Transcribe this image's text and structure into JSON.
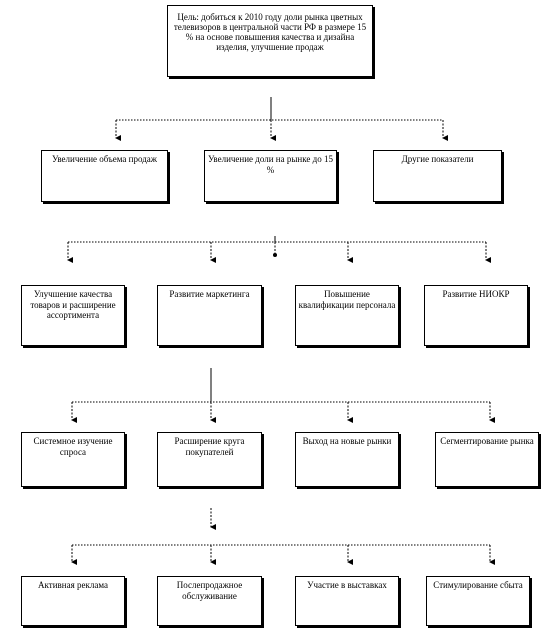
{
  "goal": {
    "text": "Цель: добиться к 2010 году доли рынка цветных телевизоров в центральной части РФ в размере 15 % на основе повышения качества и дизайна изделия, улучшение продаж"
  },
  "level1": [
    {
      "text": "Увеличение объема продаж"
    },
    {
      "text": "Увеличение доли на рынке до 15 %"
    },
    {
      "text": "Другие показатели"
    }
  ],
  "level2": [
    {
      "text": "Улучшение качества товаров и расширение ассортимента"
    },
    {
      "text": "Развитие маркетинга"
    },
    {
      "text": "Повышение квалификации персонала"
    },
    {
      "text": "Развитие НИОКР"
    }
  ],
  "level3": [
    {
      "text": "Системное изучение спроса"
    },
    {
      "text": "Расширение круга покупателей"
    },
    {
      "text": "Выход на новые рынки"
    },
    {
      "text": "Сегментирование рынка"
    }
  ],
  "level4": [
    {
      "text": "Активная реклама"
    },
    {
      "text": "Послепродажное обслуживание"
    },
    {
      "text": "Участие в выставках"
    },
    {
      "text": "Стимулирование сбыта"
    }
  ],
  "colors": {
    "line": "#000000",
    "box_border": "#000000",
    "background": "#ffffff"
  }
}
